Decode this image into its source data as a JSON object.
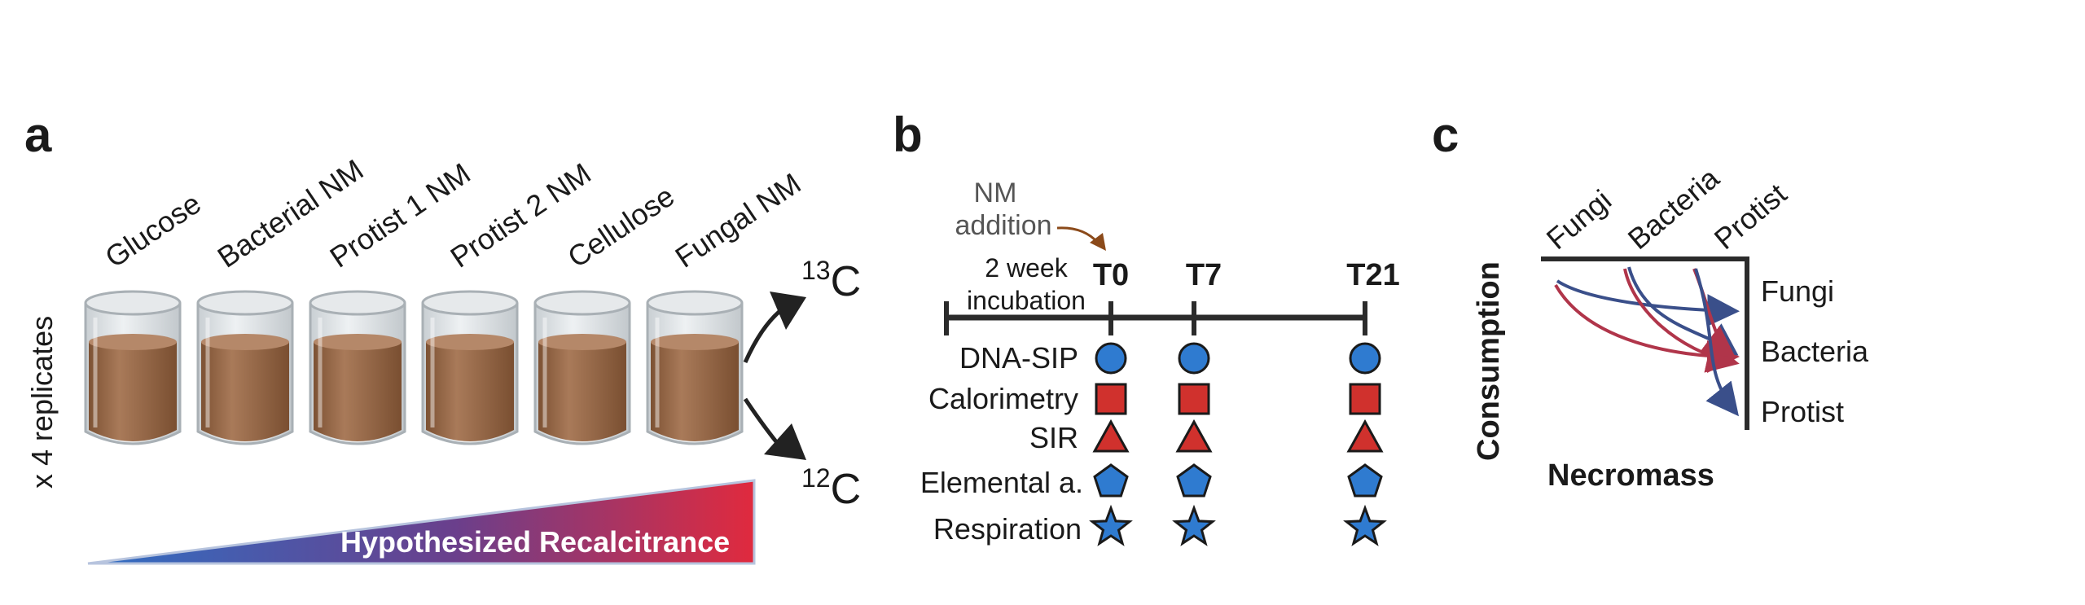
{
  "panel_a": {
    "letter": "a",
    "jar_labels": [
      "Glucose",
      "Bacterial NM",
      "Protist 1 NM",
      "Protist 2 NM",
      "Cellulose",
      "Fungal NM"
    ],
    "replicates": "x 4 replicates",
    "isotope_heavy_sup": "13",
    "isotope_heavy": "C",
    "isotope_light_sup": "12",
    "isotope_light": "C",
    "gradient_label": "Hypothesized Recalcitrance",
    "colors": {
      "jar_glass": "#d9dde0",
      "soil": "#9a6b4c",
      "gradient_start": "#2f6fc4",
      "gradient_end": "#e02a3e"
    }
  },
  "panel_b": {
    "letter": "b",
    "nm_addition": [
      "NM",
      "addition"
    ],
    "incubation": [
      "2 week",
      "incubation"
    ],
    "timepoints": [
      "T0",
      "T7",
      "T21"
    ],
    "rows": [
      {
        "label": "DNA-SIP",
        "shape": "circle",
        "color": "#2f7bd0"
      },
      {
        "label": "Calorimetry",
        "shape": "square",
        "color": "#d0312d"
      },
      {
        "label": "SIR",
        "shape": "triangle",
        "color": "#d0312d"
      },
      {
        "label": "Elemental a.",
        "shape": "pentagon",
        "color": "#2f7bd0"
      },
      {
        "label": "Respiration",
        "shape": "star",
        "color": "#2f7bd0"
      }
    ]
  },
  "panel_c": {
    "letter": "c",
    "consumers": [
      "Fungi",
      "Bacteria",
      "Protist"
    ],
    "necromass_types": [
      "Fungi",
      "Bacteria",
      "Protist"
    ],
    "y_axis": "Consumption",
    "x_axis": "Necromass",
    "colors": {
      "blue_arrow": "#3a4f8a",
      "red_arrow": "#b0354a"
    }
  }
}
